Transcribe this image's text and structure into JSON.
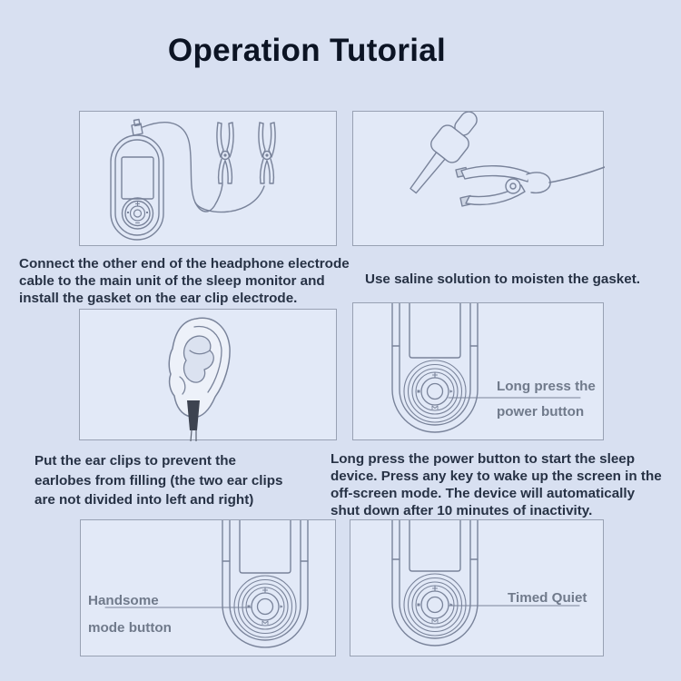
{
  "page": {
    "title": "Operation Tutorial"
  },
  "colors": {
    "background": "#d8e0f1",
    "panel_bg": "#e2e9f7",
    "panel_border": "#98a1b3",
    "line_art": "#79839a",
    "title_text": "#0c1424",
    "caption_text": "#273245",
    "callout_label_text": "#707a8b",
    "clip_dark": "#3d4350"
  },
  "steps": [
    {
      "name": "connect-cable",
      "illustration": "sleep-monitor-with-ear-clip-cable",
      "caption_lines": [
        "Connect the other end of the headphone electrode",
        "cable to the main unit of the sleep monitor and",
        "install the gasket on the ear clip electrode."
      ]
    },
    {
      "name": "moisten-gasket",
      "illustration": "saline-dropper-on-ear-clip",
      "caption_lines": [
        "Use saline solution to moisten the gasket."
      ]
    },
    {
      "name": "wear-ear-clips",
      "illustration": "ear-with-clip-attached",
      "caption_lines": [
        "Put the ear clips to prevent the",
        "earlobes from filling (the two ear clips",
        "are not divided into left and right)"
      ]
    },
    {
      "name": "power-on",
      "illustration": "device-bottom-power-button",
      "callout_lines": [
        "Long press the",
        "power button"
      ],
      "caption_lines": [
        "Long press the power button to start the sleep",
        "device. Press any key to wake up the screen in the",
        "off-screen mode. The device will automatically",
        "shut down after 10 minutes of inactivity."
      ]
    },
    {
      "name": "handsome-mode",
      "illustration": "device-bottom-handsome-mode-button",
      "callout_lines": [
        "Handsome",
        "mode button"
      ]
    },
    {
      "name": "timed-quiet",
      "illustration": "device-bottom-timed-quiet-button",
      "callout_lines": [
        "Timed Quiet"
      ]
    }
  ]
}
